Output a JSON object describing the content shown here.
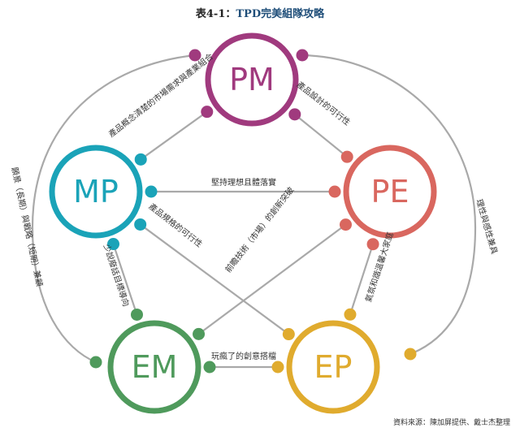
{
  "title": {
    "prefix": "表4-1：",
    "main": "TPD完美組隊攻略"
  },
  "source": "資料來源：陳加屏提供、戴士杰整理",
  "nodes": [
    {
      "id": "PM",
      "label": "PM",
      "color": "#a03a7e"
    },
    {
      "id": "MP",
      "label": "MP",
      "color": "#1aa3b8"
    },
    {
      "id": "PE",
      "label": "PE",
      "color": "#d9675f"
    },
    {
      "id": "EM",
      "label": "EM",
      "color": "#4f9a5c"
    },
    {
      "id": "EP",
      "label": "EP",
      "color": "#e0ab2e"
    }
  ],
  "edges": [
    {
      "from": "PM",
      "to": "MP",
      "label": "產品概念清楚的市場需求與產業組合"
    },
    {
      "from": "PM",
      "to": "PE",
      "label": "產品設計的可行性"
    },
    {
      "from": "MP",
      "to": "PE",
      "label": "堅持理想且體落實"
    },
    {
      "from": "MP",
      "to": "EP",
      "label": "產品規格的可行性"
    },
    {
      "from": "PE",
      "to": "EM",
      "label": "前瞻技術（市場）的創新突破"
    },
    {
      "from": "MP",
      "to": "EM",
      "label": "少說廢話目標導向"
    },
    {
      "from": "PE",
      "to": "EP",
      "label": "氣氛和諧溫馨大家庭"
    },
    {
      "from": "EM",
      "to": "EP",
      "label": "玩瘋了的創意搭檔"
    }
  ],
  "outer_arcs": [
    {
      "label": "願景（長期）與戰略（短期）兼顧",
      "side": "left"
    },
    {
      "label": "理性與感性兼具",
      "side": "right"
    }
  ]
}
